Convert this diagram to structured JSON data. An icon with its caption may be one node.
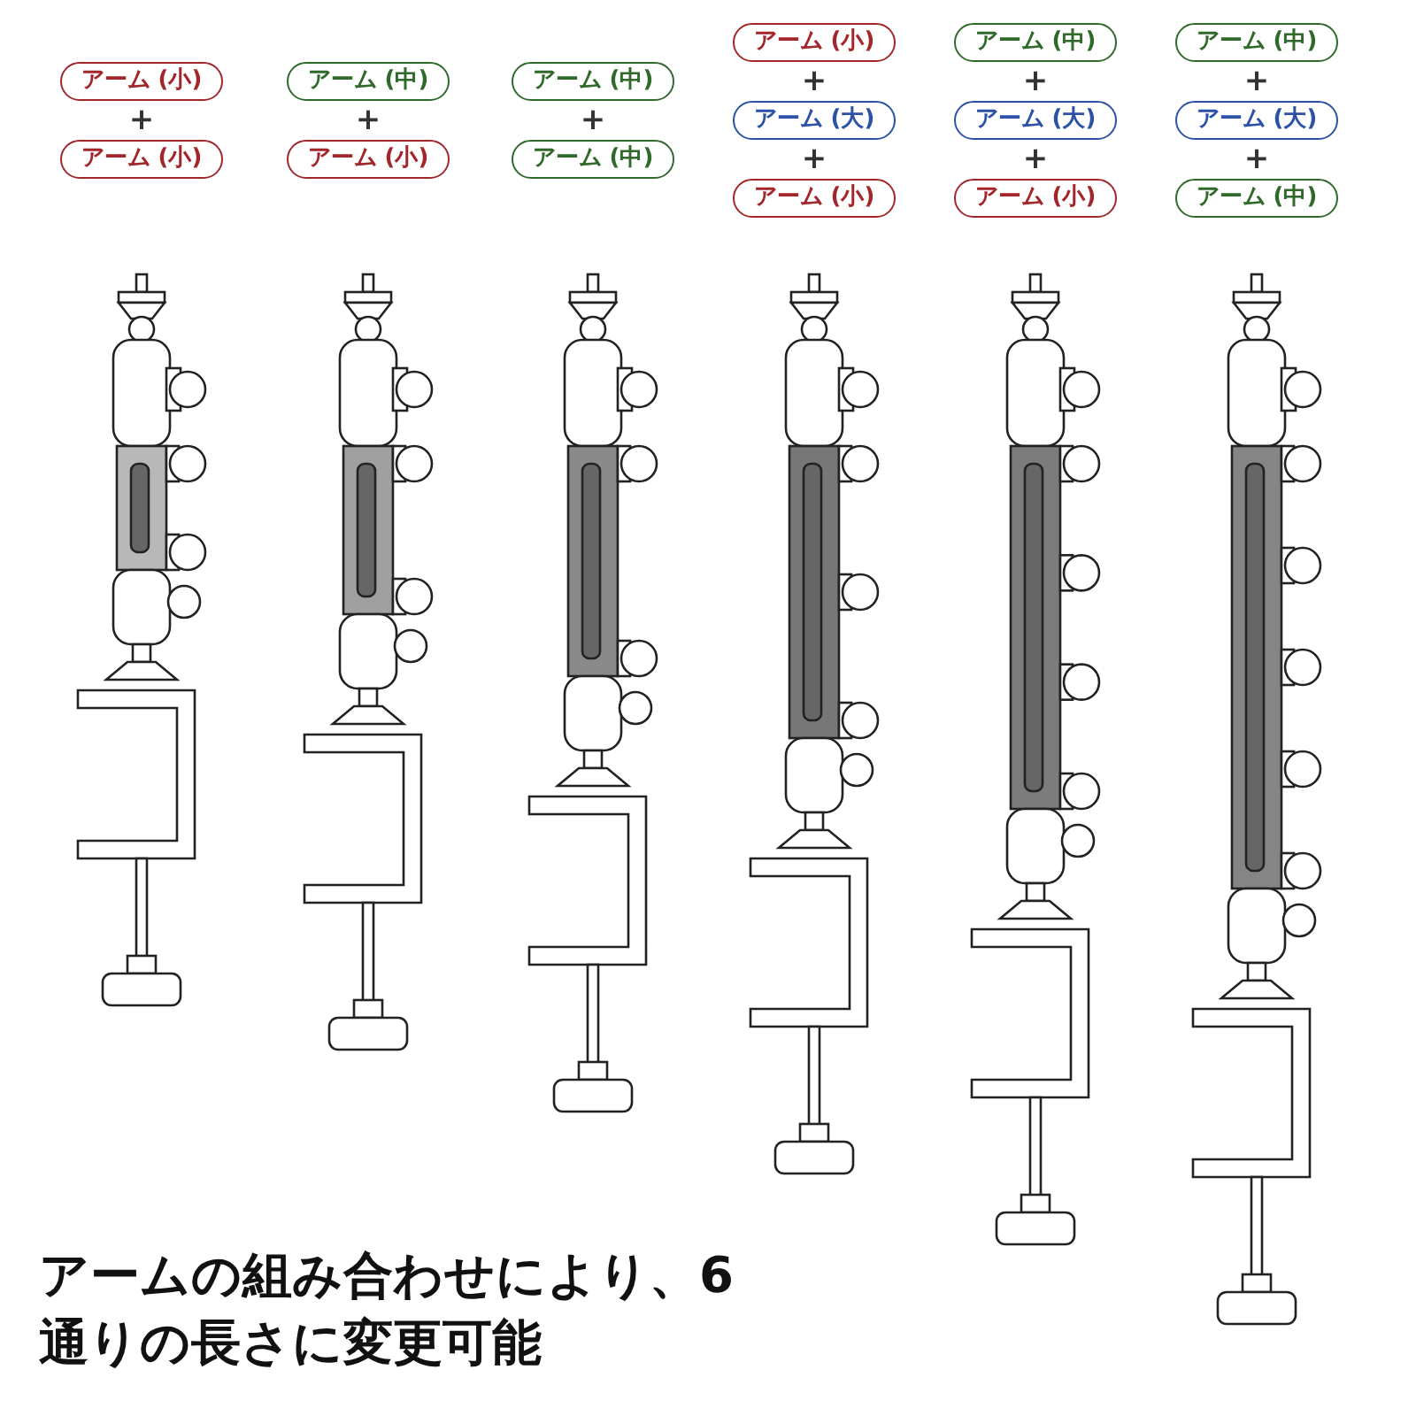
{
  "diagram": {
    "caption": "アームの組み合わせにより、6通りの長さに変更可能",
    "nodes": [
      {
        "text": [
          "アーム (小)"
        ]
      },
      {
        "text": [
          "アーム (小)"
        ]
      },
      {
        "text": [
          "アーム (中)"
        ]
      },
      {
        "text": [
          "アーム (小)"
        ]
      },
      {
        "text": [
          "アーム (中)"
        ]
      },
      {
        "text": [
          "アーム (中)"
        ]
      },
      {
        "text": [
          "アーム (小)"
        ]
      },
      {
        "text": [
          "アーム (大)"
        ]
      },
      {
        "text": [
          "アーム (小)"
        ]
      },
      {
        "text": [
          "アーム (中)"
        ]
      },
      {
        "text": [
          "アーム (大)"
        ]
      },
      {
        "text": [
          "アーム (小)"
        ]
      },
      {
        "text": [
          "アーム (中)"
        ]
      },
      {
        "text": [
          "アーム (大)"
        ]
      },
      {
        "text": [
          "アーム (中)"
        ]
      }
    ],
    "edges": [],
    "labels": [
      "+",
      "+",
      "+",
      "+",
      "+",
      "+",
      "+",
      "+",
      "+"
    ]
  }
}
